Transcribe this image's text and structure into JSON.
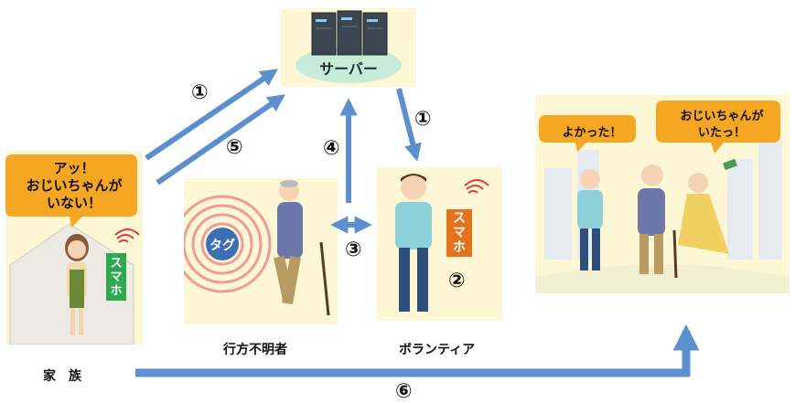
{
  "server": {
    "label": "サーバー"
  },
  "family": {
    "speech": [
      "アッ！",
      "おじいちゃんが",
      "いない！"
    ],
    "phone_label": "スマホ",
    "caption": "家　族"
  },
  "missing_person": {
    "tag_label": "タグ",
    "caption": "行方不明者"
  },
  "volunteer": {
    "phone_label": "スマホ",
    "step": "②",
    "caption": "ボランティア"
  },
  "reunion": {
    "speech_left": "よかった！",
    "speech_right": [
      "おじいちゃんが",
      "いたっ！"
    ]
  },
  "steps": {
    "s1a": "①",
    "s1b": "①",
    "s3": "③",
    "s4": "④",
    "s5": "⑤",
    "s6": "⑥"
  },
  "colors": {
    "arrow": "#5b8fd0",
    "panel_bg": "#fdf7d5",
    "server_oval": "#c6ecd8",
    "bubble": "#f5a623",
    "tag": "#3d6fb6",
    "phone_orange": "#e4711b",
    "phone_green": "#2fa84f"
  },
  "icons": [
    "server-rack-icon",
    "signal-waves-icon",
    "tag-radar-icon",
    "walking-cane-icon"
  ]
}
